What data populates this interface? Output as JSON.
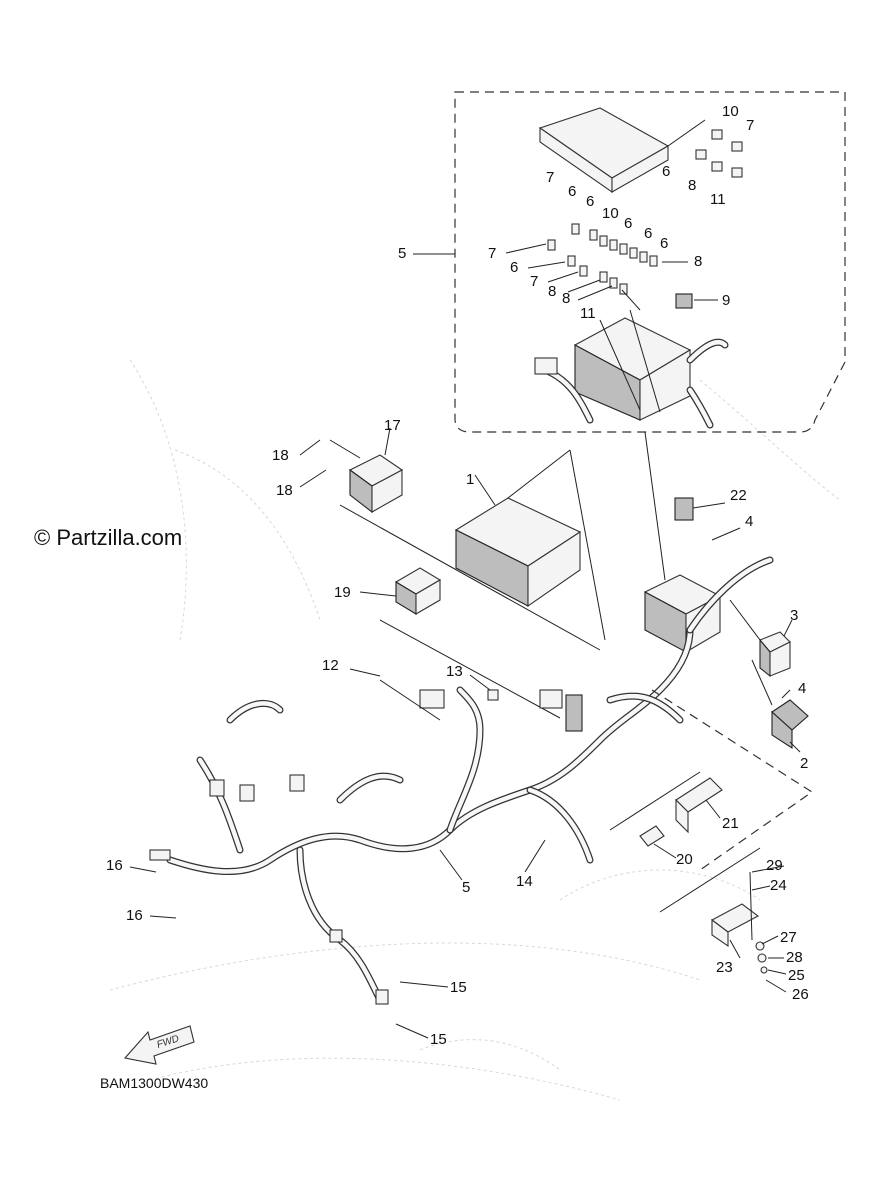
{
  "watermark": "© Partzilla.com",
  "diagram_code": "BAM1300DW430",
  "direction_label": "FWD",
  "callouts": [
    "10",
    "7",
    "6",
    "8",
    "11",
    "7",
    "6",
    "6",
    "10",
    "6",
    "6",
    "6",
    "7",
    "6",
    "7",
    "8",
    "8",
    "8",
    "11",
    "9",
    "5",
    "17",
    "18",
    "18",
    "1",
    "22",
    "4",
    "19",
    "3",
    "12",
    "13",
    "4",
    "2",
    "21",
    "20",
    "14",
    "5",
    "16",
    "16",
    "29",
    "24",
    "27",
    "28",
    "25",
    "26",
    "23",
    "15",
    "15"
  ]
}
